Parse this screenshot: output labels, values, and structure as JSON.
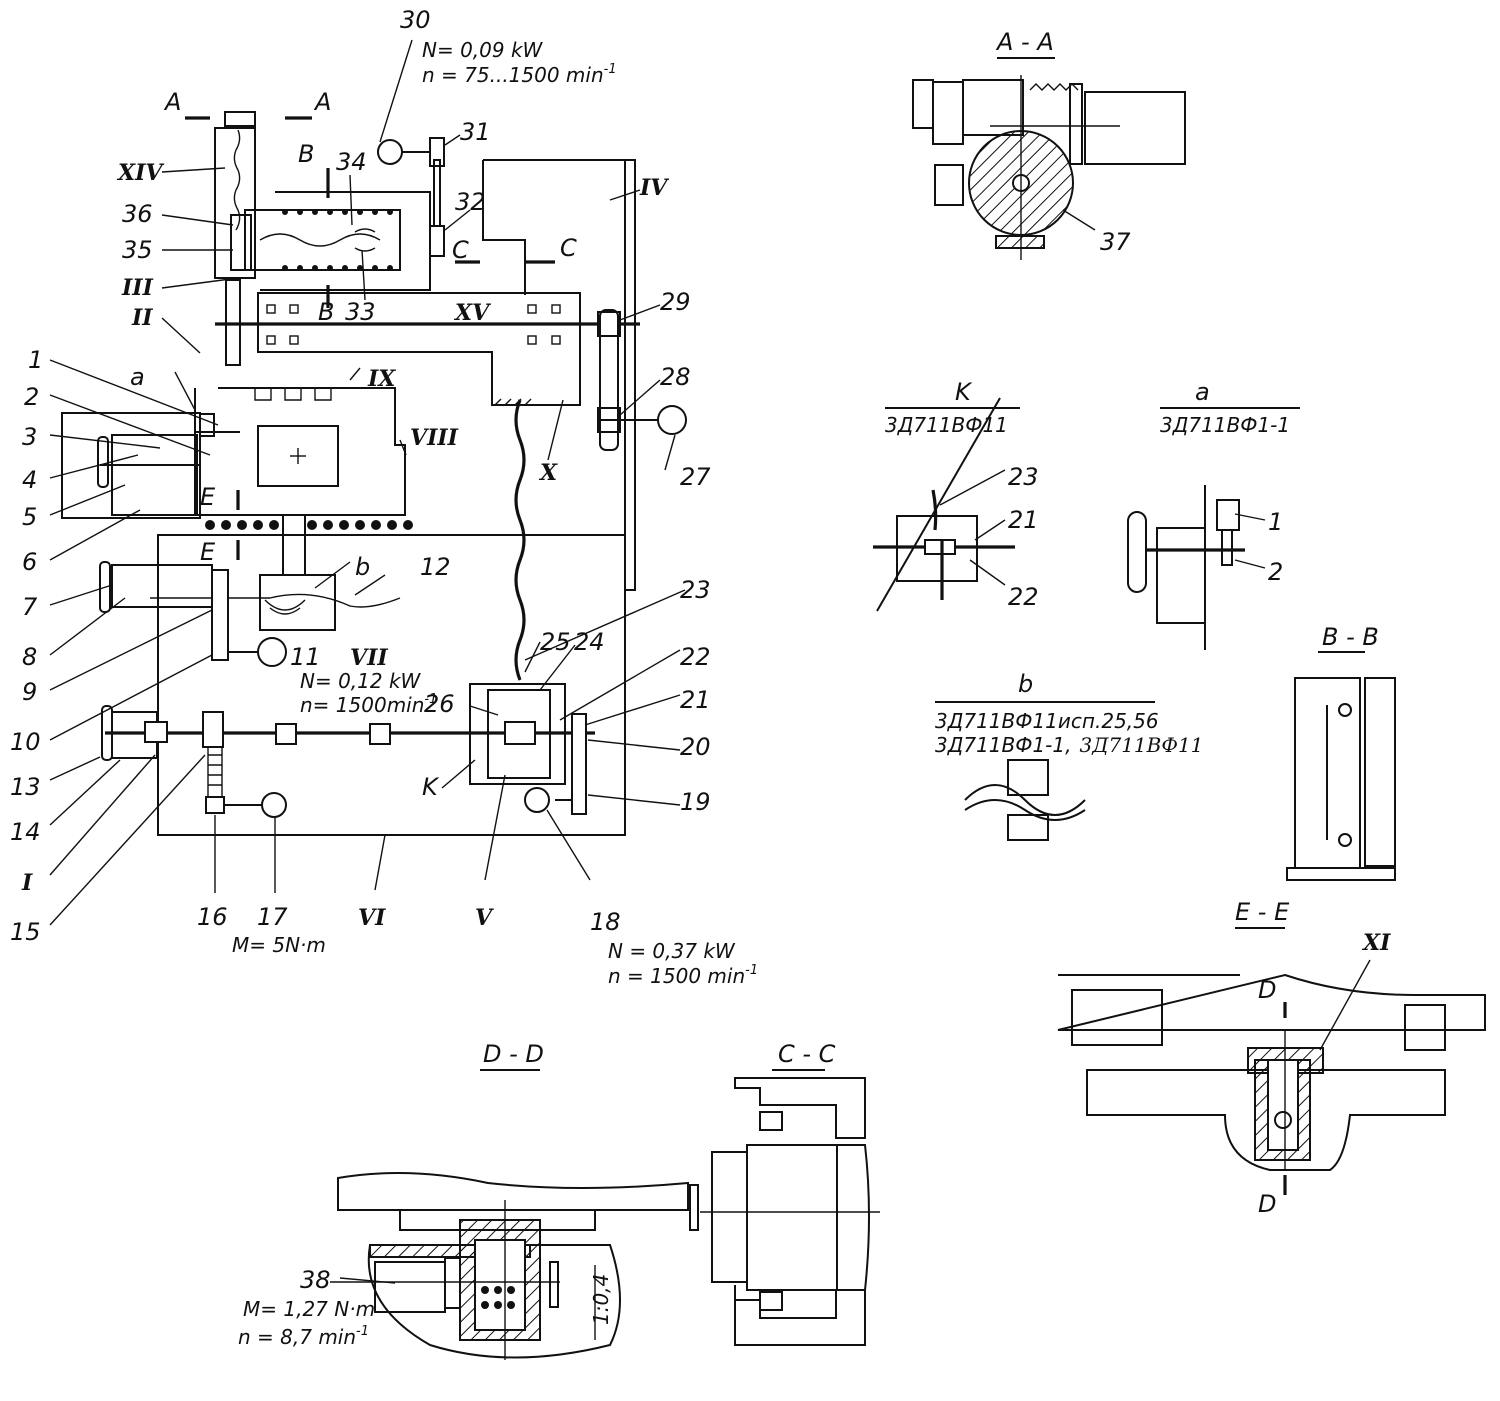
{
  "title": "Kinematic diagram of surface grinding machine 3D711VF11",
  "labels": {
    "p1": "1",
    "p2": "2",
    "p3": "3",
    "p4": "4",
    "p5": "5",
    "p6": "6",
    "p7": "7",
    "p8": "8",
    "p9": "9",
    "p10": "10",
    "p11": "11",
    "p12": "12",
    "p13": "13",
    "p14": "14",
    "p15": "15",
    "p16": "16",
    "p17": "17",
    "p18": "18",
    "p19": "19",
    "p20": "20",
    "p21": "21",
    "p22": "22",
    "p23": "23",
    "p24": "24",
    "p25": "25",
    "p26": "26",
    "p27": "27",
    "p28": "28",
    "p29": "29",
    "p30": "30",
    "p31": "31",
    "p32": "32",
    "p33": "33",
    "p34": "34",
    "p35": "35",
    "p36": "36",
    "p37": "37",
    "p38": "38",
    "a": "a",
    "b": "b",
    "K": "K"
  },
  "roman": {
    "I": "I",
    "II": "II",
    "III": "III",
    "IV": "IV",
    "V": "V",
    "VI": "VI",
    "VII": "VII",
    "VIII": "VIII",
    "IX": "IX",
    "X": "X",
    "XI": "XI",
    "XIV": "XIV",
    "XV": "XV"
  },
  "motors": {
    "m30": {
      "power": "N= 0,09 kW",
      "speed": "n = 75...1500 min",
      "exp": "-1"
    },
    "m11": {
      "power": "N= 0,12 kW",
      "speed": "n= 1500min",
      "exp": "-1"
    },
    "m17": {
      "torque": "M= 5N·m"
    },
    "m18": {
      "power": "N = 0,37 kW",
      "speed": "n = 1500 min",
      "exp": "-1"
    },
    "m38": {
      "torque": "M= 1,27 N·m",
      "speed": "n = 8,7 min",
      "exp": "-1"
    }
  },
  "sections": {
    "AA": "A - A",
    "BB": "B - B",
    "CC": "C - C",
    "DD": "D - D",
    "EE": "E - E",
    "A": "A",
    "B": "B",
    "C": "C",
    "D": "D",
    "E": "E"
  },
  "details": {
    "K": {
      "name": "K",
      "model": "3Д711ВФ11"
    },
    "a": {
      "name": "a",
      "model": "3Д711ВФ1-1"
    },
    "b": {
      "name": "b",
      "model1": "3Д711ВФ11исп.25,56",
      "model2": "3Д711ВФ1-1,",
      "handwritten": "3Д711ВФ11"
    }
  },
  "dimension": "1:0,4"
}
